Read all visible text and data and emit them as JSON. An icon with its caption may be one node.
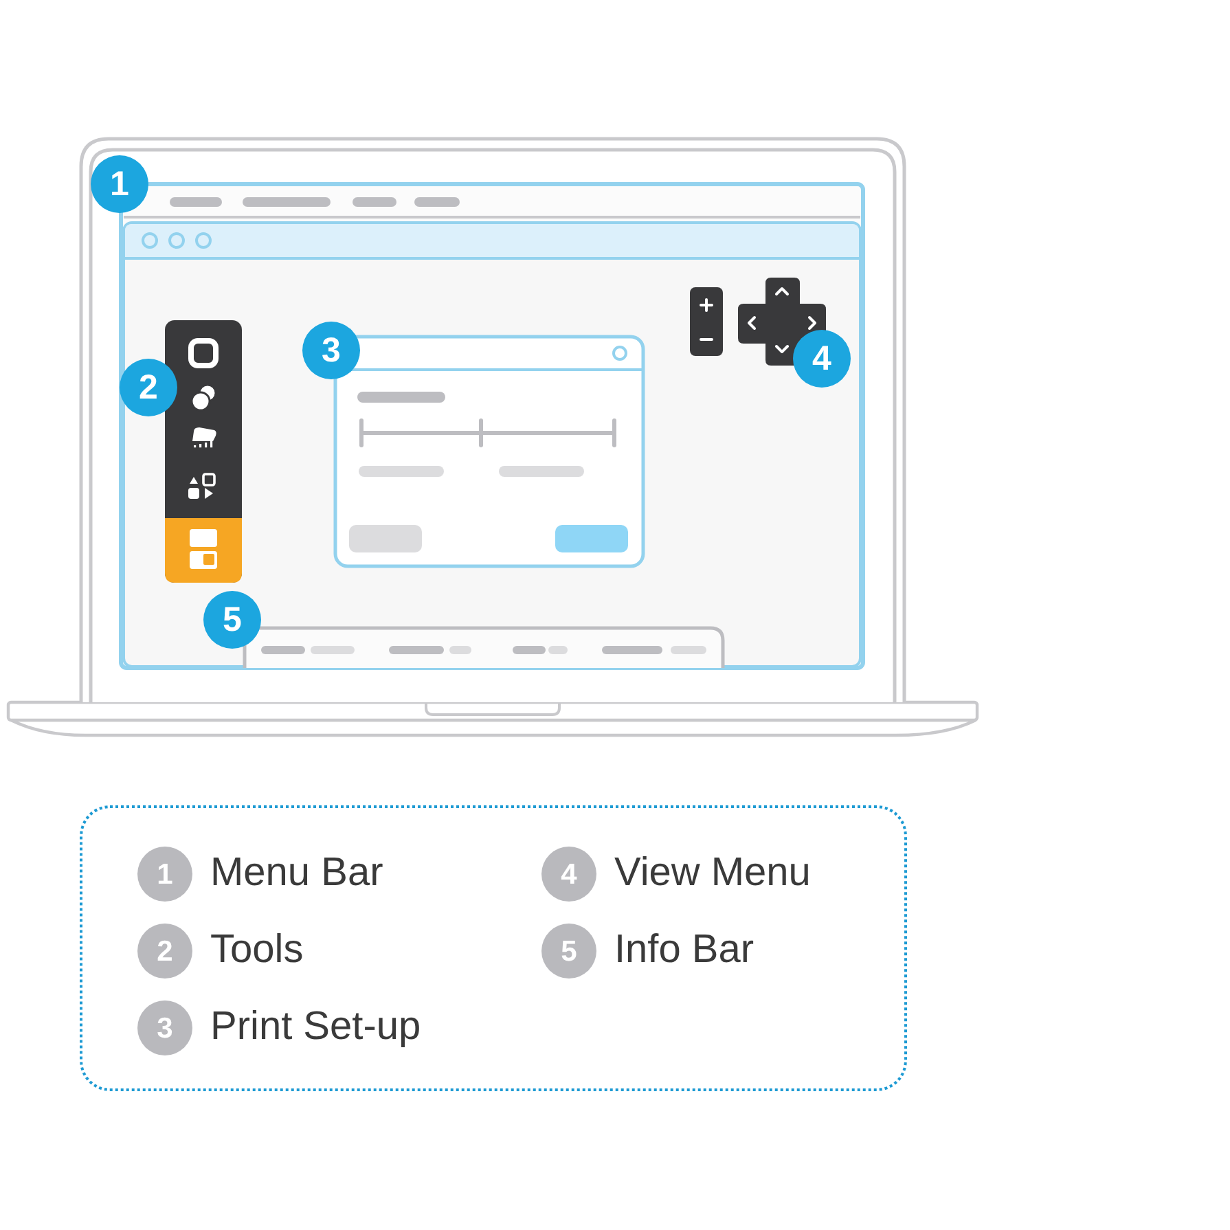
{
  "diagram": {
    "nodes": [
      {
        "text": [
          "1"
        ]
      },
      {
        "text": [
          "2"
        ]
      },
      {
        "text": [
          "3"
        ]
      },
      {
        "text": [
          "4"
        ]
      },
      {
        "text": [
          "5"
        ]
      },
      {
        "text": [],
        "shape": "box"
      },
      {
        "text": [
          "1"
        ],
        "beside": [
          "Menu Bar"
        ],
        "in": 5
      },
      {
        "text": [
          "2"
        ],
        "beside": [
          "Tools"
        ],
        "in": 5
      },
      {
        "text": [
          "3"
        ],
        "beside": [
          "Print Set-up"
        ],
        "in": 5
      },
      {
        "text": [
          "4"
        ],
        "beside": [
          "View Menu"
        ],
        "in": 5
      },
      {
        "text": [
          "5"
        ],
        "beside": [
          "Info Bar"
        ],
        "in": 5
      }
    ]
  }
}
